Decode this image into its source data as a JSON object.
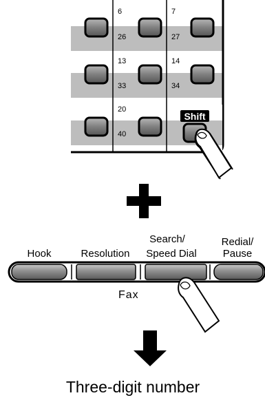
{
  "one_touch_panel": {
    "rows": [
      {
        "left": "6",
        "left_bottom": "26",
        "right": "7",
        "right_bottom": "27"
      },
      {
        "left": "13",
        "left_bottom": "33",
        "right": "14",
        "right_bottom": "34"
      },
      {
        "left": "20",
        "left_bottom": "40"
      }
    ],
    "shift_label": "Shift"
  },
  "plus_icon": "plus-icon",
  "fax_panel": {
    "buttons": [
      {
        "label": "Hook"
      },
      {
        "label": "Resolution"
      },
      {
        "label_line1": "Search/",
        "label_line2": "Speed Dial"
      },
      {
        "label_line1": "Redial/",
        "label_line2": "Pause"
      }
    ],
    "section_label": "Fax"
  },
  "arrow_icon": "down-arrow-icon",
  "caption": "Three-digit number"
}
